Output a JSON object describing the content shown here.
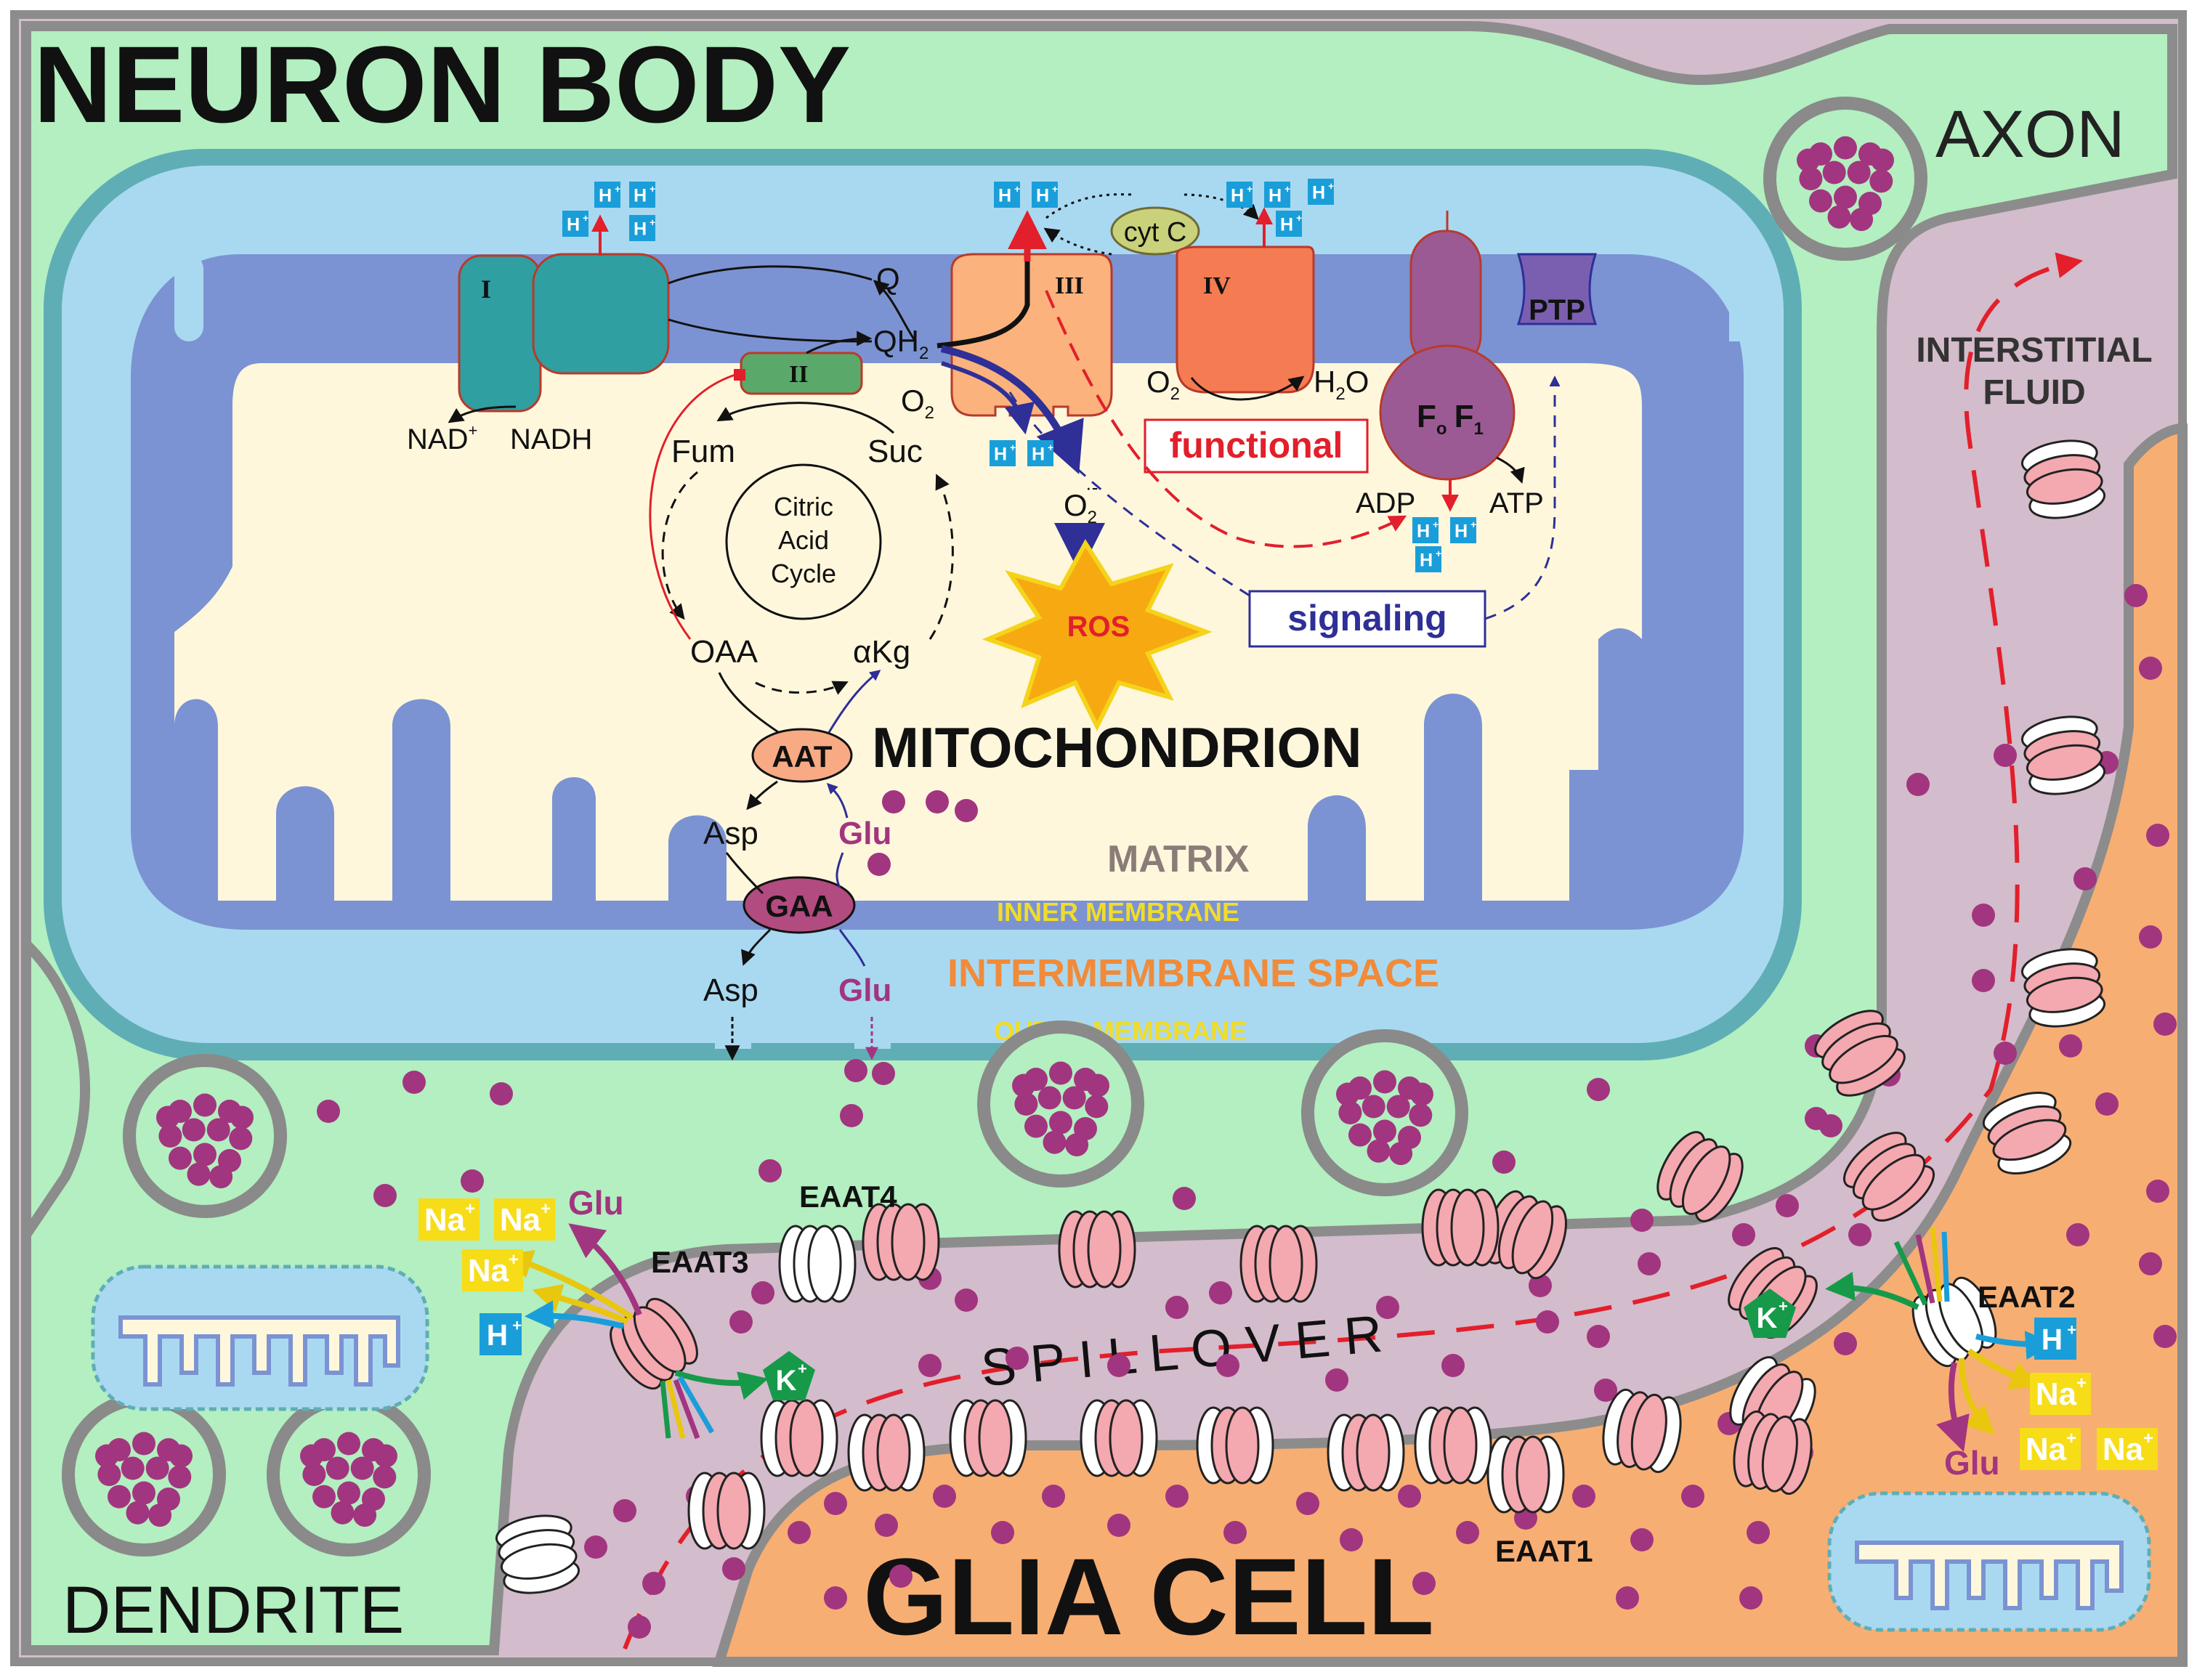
{
  "regions": {
    "neuron_body": "NEURON BODY",
    "axon": "AXON",
    "interstitial_line1": "INTERSTITIAL",
    "interstitial_line2": "FLUID",
    "dendrite": "DENDRITE",
    "glia_cell": "GLIA CELL",
    "mitochondrion": "MITOCHONDRION",
    "matrix": "MATRIX",
    "inner_membrane": "INNER MEMBRANE",
    "intermembrane_space": "INTERMEMBRANE SPACE",
    "outer_membrane": "OUTER MEMBRANE",
    "spillover": "S P I L L O V E R"
  },
  "complexes": {
    "I": "I",
    "II": "II",
    "III": "III",
    "IV": "IV",
    "cyt_c": "cyt C",
    "ptp": "PTP",
    "fo": "F",
    "fo_sub": "o",
    "f1": "F",
    "f1_sub": "1"
  },
  "metabolites": {
    "q": "Q",
    "qh2": "QH",
    "qh2_sub": "2",
    "nad": "NAD",
    "nad_sup": "+",
    "nadh": "NADH",
    "o2": "O",
    "o2_sub": "2",
    "o2_radical": "O",
    "o2_radical_sub": "2",
    "o2_radical_sup": "·-",
    "h2o": "H",
    "h2o_sub": "2",
    "h2o_tail": "O",
    "adp": "ADP",
    "atp": "ATP",
    "fum": "Fum",
    "suc": "Suc",
    "oaa": "OAA",
    "akg": "αKg",
    "cycle_line1": "Citric",
    "cycle_line2": "Acid",
    "cycle_line3": "Cycle",
    "asp": "Asp",
    "glu": "Glu",
    "ros": "ROS"
  },
  "enzymes": {
    "aat": "AAT",
    "gaa": "GAA"
  },
  "boxes": {
    "functional": "functional",
    "signaling": "signaling"
  },
  "ions": {
    "h": "H",
    "na": "Na",
    "k": "K",
    "plus": "+"
  },
  "transporters": {
    "eaat1": "EAAT1",
    "eaat2": "EAAT2",
    "eaat3": "EAAT3",
    "eaat4": "EAAT4"
  },
  "colors": {
    "neuron": "#b3efc0",
    "extracellular": "#d3bccb",
    "glia": "#f7ae73",
    "outer_membrane": "#5faeb5",
    "intermembrane": "#a9d9f1",
    "inner_membrane": "#7b93d2",
    "matrix": "#fff7dc",
    "vesicle_dot": "#a2357f",
    "border_gray": "#8c8c8c",
    "h_ion": "#1a9ed9",
    "na_ion": "#f7dc18",
    "k_ion": "#169a4a",
    "red_path": "#e21f2b",
    "blue_path": "#2e2f97",
    "glu_purple": "#a2357f",
    "matrix_label": "#8a7d78",
    "inter_label": "#f08b3a",
    "membrane_label": "#f1dc2a"
  }
}
